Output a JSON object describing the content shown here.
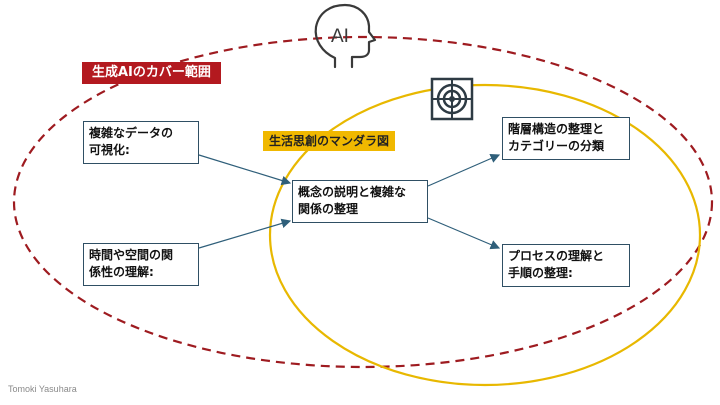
{
  "regions": {
    "outer_label": "生成AIのカバー範囲",
    "inner_label": "生活思創のマンダラ図"
  },
  "nodes": {
    "visualization": [
      "複雑なデータの",
      "可視化:"
    ],
    "spacetime": [
      "時間や空間の関",
      "係性の理解:"
    ],
    "center": [
      "概念の説明と複雑な",
      "関係の整理"
    ],
    "hierarchy": [
      "階層構造の整理と",
      "カテゴリーの分類"
    ],
    "process": [
      "プロセスの理解と",
      "手順の整理:"
    ]
  },
  "ai_icon_text": "AI",
  "credit": "Tomoki Yasuhara",
  "colors": {
    "outer_ellipse": "#9e1b20",
    "inner_ellipse": "#e8b800",
    "box_border": "#2f4f64",
    "arrow": "#2f5f7a"
  },
  "icons": [
    "ai-head-icon",
    "target-icon"
  ]
}
